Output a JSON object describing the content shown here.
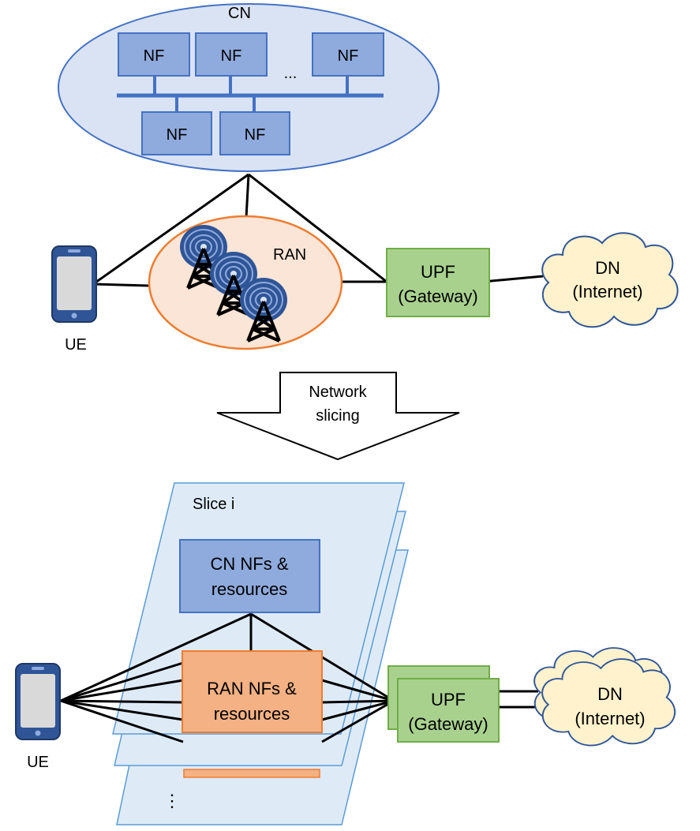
{
  "top": {
    "cn_label": "CN",
    "nf_labels": [
      "NF",
      "NF",
      "NF",
      "NF",
      "NF"
    ],
    "nf_ellipsis": "...",
    "ran_label": "RAN",
    "upf_line1": "UPF",
    "upf_line2": "(Gateway)",
    "dn_line1": "DN",
    "dn_line2": "(Internet)",
    "ue_label": "UE"
  },
  "arrow": {
    "line1": "Network",
    "line2": "slicing"
  },
  "bottom": {
    "slice_label": "Slice i",
    "cn_line1": "CN NFs &",
    "cn_line2": "resources",
    "ran_line1": "RAN NFs &",
    "ran_line2": "resources",
    "upf_line1": "UPF",
    "upf_line2": "(Gateway)",
    "dn_line1": "DN",
    "dn_line2": "(Internet)",
    "ue_label": "UE",
    "more_slices": "⋮"
  },
  "colors": {
    "cn_ellipse_fill": "#dae3f3",
    "cn_ellipse_stroke": "#4472c4",
    "nf_fill": "#8faadc",
    "nf_stroke": "#4472c4",
    "ran_fill": "#fbe5d6",
    "ran_stroke": "#ed7d31",
    "upf_fill": "#a9d18e",
    "upf_stroke": "#70ad47",
    "cloud_fill": "#fff2cc",
    "cloud_stroke": "#2f5597",
    "slice_fill": "#deebf7",
    "slice_stroke": "#5b9bd5",
    "ran_box_fill": "#f4b183",
    "ran_box_stroke": "#ed7d31",
    "phone_body": "#2f5597",
    "phone_screen": "#d9d9d9",
    "antenna": "#2f5597"
  }
}
